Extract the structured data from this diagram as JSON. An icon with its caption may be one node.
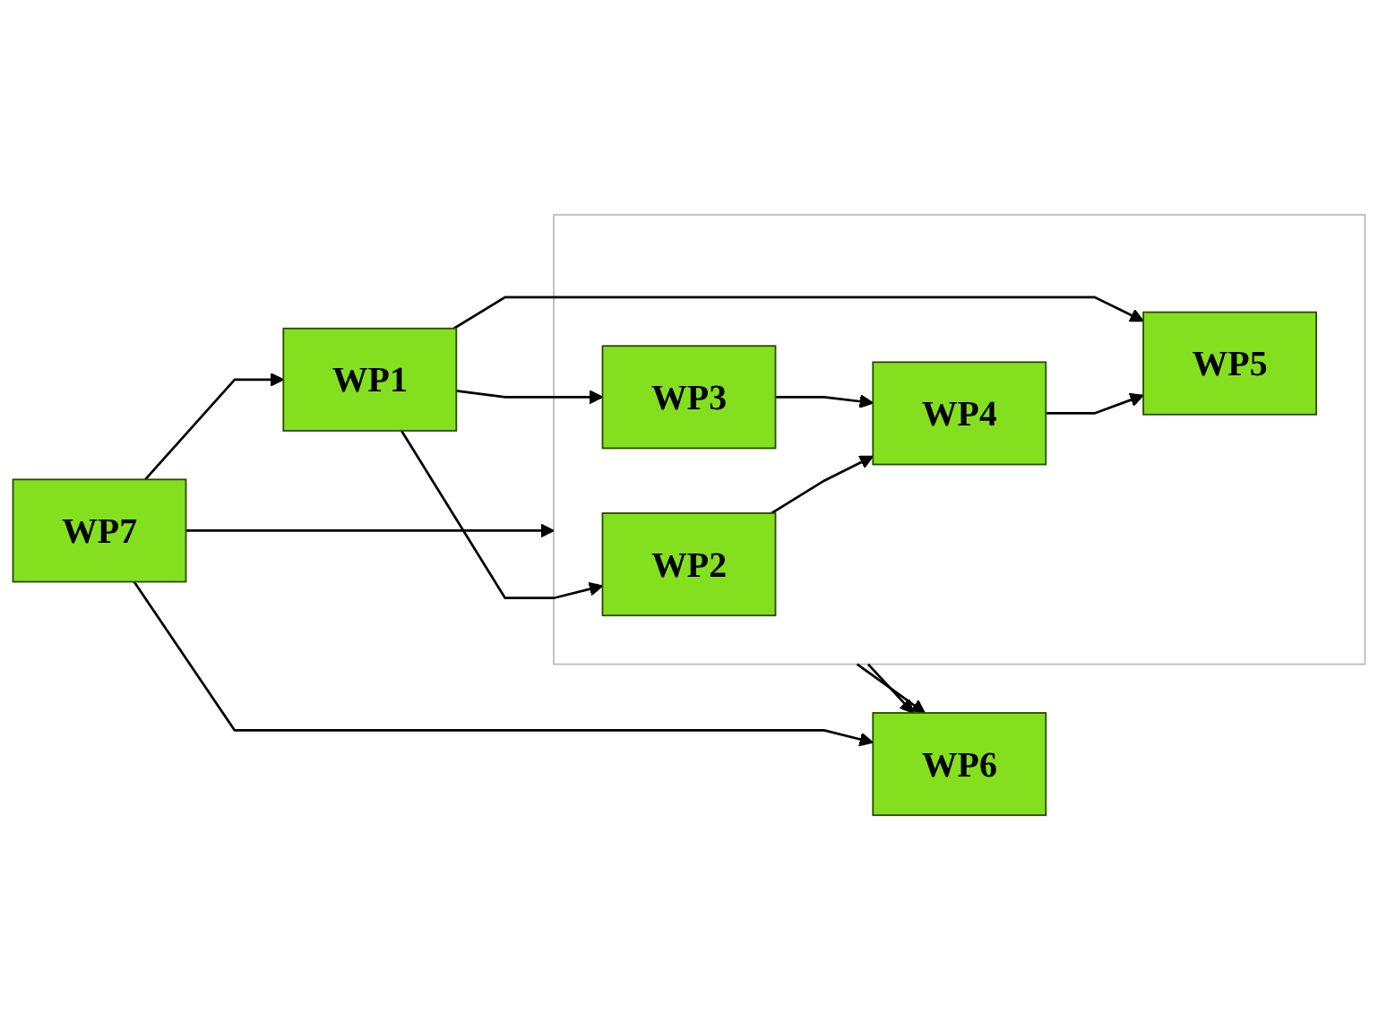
{
  "diagram": {
    "nodes": [
      {
        "text": [
          "WP1"
        ]
      },
      {
        "text": [],
        "shape": "box"
      },
      {
        "text": [
          "WP2"
        ],
        "in": 1
      },
      {
        "text": [
          "WP3"
        ],
        "in": 1
      },
      {
        "text": [
          "WP4"
        ],
        "in": 1
      },
      {
        "text": [
          "WP5"
        ],
        "in": 1
      },
      {
        "text": [
          "WP6"
        ]
      },
      {
        "text": [
          "WP7"
        ]
      }
    ],
    "edges": [
      {
        "from": 0,
        "to": 2,
        "arrow": "to"
      },
      {
        "from": 0,
        "to": 3,
        "arrow": "to"
      },
      {
        "from": 2,
        "to": 4,
        "arrow": "to"
      },
      {
        "from": 3,
        "to": 4,
        "arrow": "to"
      },
      {
        "from": 4,
        "to": 5,
        "arrow": "to"
      },
      {
        "from": 0,
        "to": 5,
        "arrow": "to"
      },
      {
        "from": 1,
        "to": 6,
        "arrow": "to"
      },
      {
        "from": 1,
        "to": 6,
        "arrow": "to"
      },
      {
        "from": 7,
        "to": 0,
        "arrow": "to"
      },
      {
        "from": 7,
        "to": 1,
        "arrow": "to"
      },
      {
        "from": 7,
        "to": 6,
        "arrow": "to"
      }
    ]
  }
}
